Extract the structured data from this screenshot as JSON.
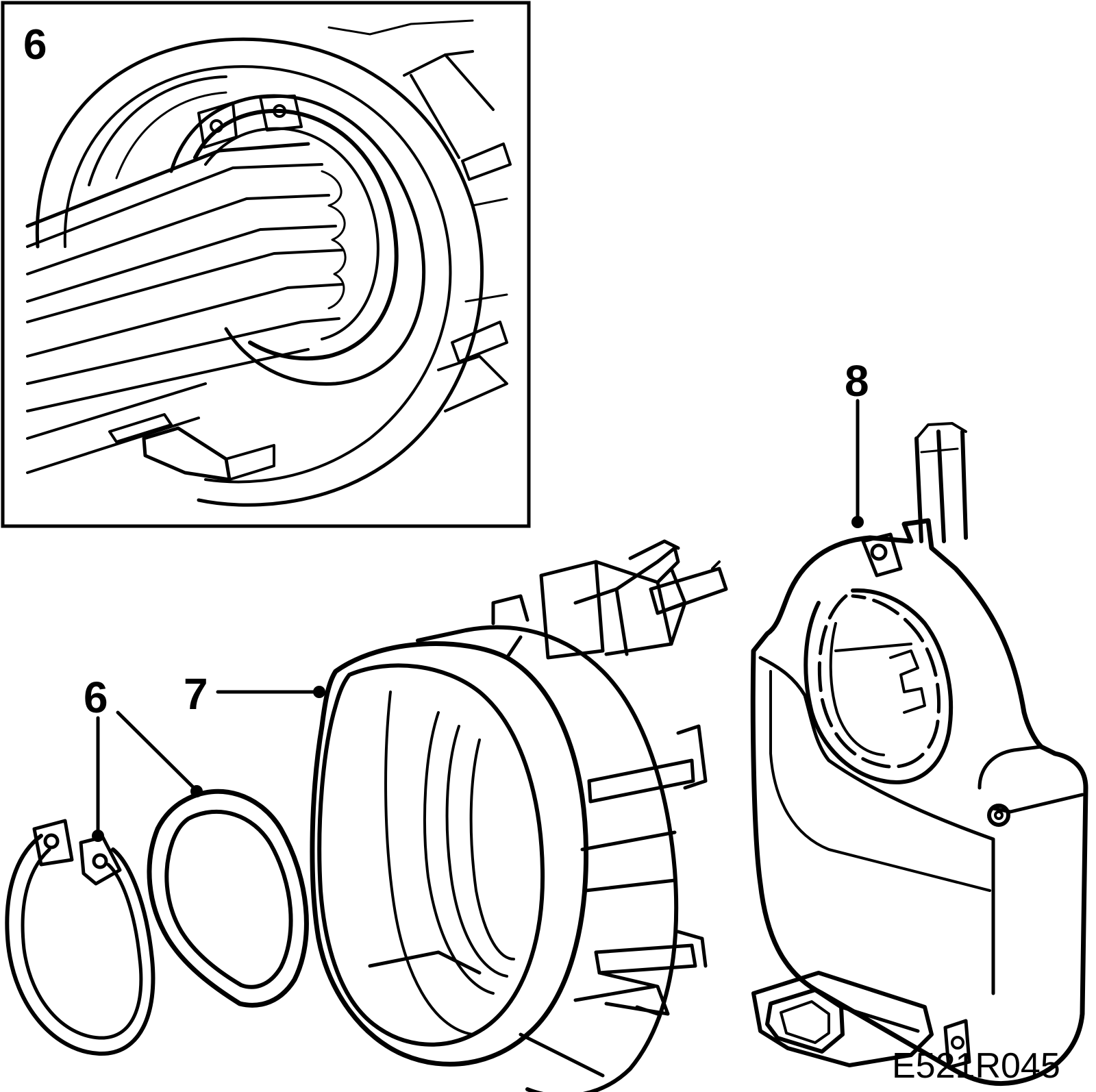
{
  "inset": {
    "label": "6"
  },
  "callouts": {
    "circlip": "6",
    "seal": "6",
    "housing": "7",
    "sensor": "8"
  },
  "figure_code": "E521R045",
  "colors": {
    "ink": "#000000",
    "paper": "#ffffff"
  }
}
